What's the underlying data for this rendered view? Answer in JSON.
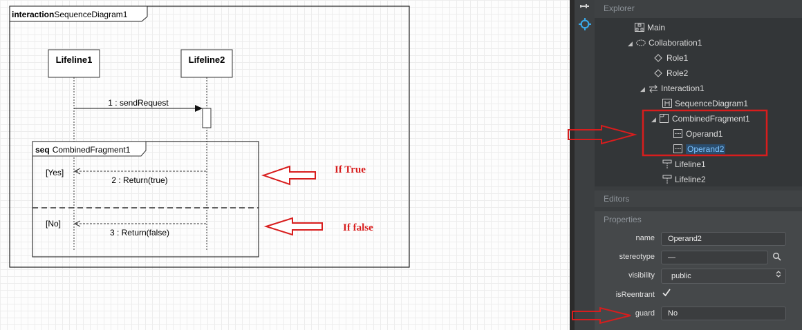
{
  "diagram": {
    "frame": {
      "keyword": "interaction",
      "name": "SequenceDiagram1"
    },
    "lifelines": [
      {
        "name": "Lifeline1"
      },
      {
        "name": "Lifeline2"
      }
    ],
    "messages": [
      {
        "label": "1 : sendRequest"
      },
      {
        "label": "2 : Return(true)"
      },
      {
        "label": "3 : Return(false)"
      }
    ],
    "fragment": {
      "operator": "seq",
      "name": "CombinedFragment1",
      "guards": [
        "[Yes]",
        "[No]"
      ]
    },
    "annotations": [
      "If True",
      "If false"
    ]
  },
  "explorer": {
    "title": "Explorer",
    "items": [
      {
        "label": "Main",
        "icon": "diagram-icon"
      },
      {
        "label": "Collaboration1",
        "icon": "collaboration-icon"
      },
      {
        "label": "Role1",
        "icon": "role-icon"
      },
      {
        "label": "Role2",
        "icon": "role-icon"
      },
      {
        "label": "Interaction1",
        "icon": "interaction-icon"
      },
      {
        "label": "SequenceDiagram1",
        "icon": "sequence-diagram-icon"
      },
      {
        "label": "CombinedFragment1",
        "icon": "combined-fragment-icon"
      },
      {
        "label": "Operand1",
        "icon": "operand-icon"
      },
      {
        "label": "Operand2",
        "icon": "operand-icon"
      },
      {
        "label": "Lifeline1",
        "icon": "lifeline-icon"
      },
      {
        "label": "Lifeline2",
        "icon": "lifeline-icon"
      }
    ]
  },
  "editors": {
    "title": "Editors"
  },
  "properties": {
    "title": "Properties",
    "name": {
      "label": "name",
      "value": "Operand2"
    },
    "stereotype": {
      "label": "stereotype",
      "value": "—"
    },
    "visibility": {
      "label": "visibility",
      "value": "public"
    },
    "isReentrant": {
      "label": "isReentrant",
      "checked": true
    },
    "guard": {
      "label": "guard",
      "value": "No"
    }
  },
  "colors": {
    "annotation_red": "#d81d1d",
    "panel_bg": "#3a3d3f",
    "selection_text": "#7fc4ff"
  }
}
